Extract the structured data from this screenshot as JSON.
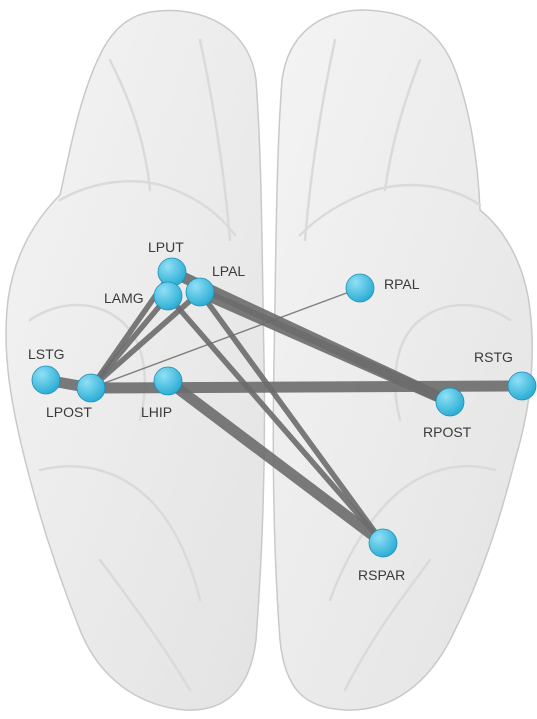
{
  "colors": {
    "background": "#ffffff",
    "brain_fill": "#e9e9e9",
    "brain_stroke": "#c9c9c9",
    "brain_inner_fold": "#dadada",
    "edge": "#6b6b6b",
    "node": "#2eaed6",
    "node_highlight": "#8fe0f5",
    "label": "#3a3a3a"
  },
  "nodes": [
    {
      "id": "LPUT",
      "label": "LPUT"
    },
    {
      "id": "LPAL",
      "label": "LPAL"
    },
    {
      "id": "LAMG",
      "label": "LAMG"
    },
    {
      "id": "RPAL",
      "label": "RPAL"
    },
    {
      "id": "LSTG",
      "label": "LSTG"
    },
    {
      "id": "LPOST",
      "label": "LPOST"
    },
    {
      "id": "LHIP",
      "label": "LHIP"
    },
    {
      "id": "RSTG",
      "label": "RSTG"
    },
    {
      "id": "RPOST",
      "label": "RPOST"
    },
    {
      "id": "RSPAR",
      "label": "RSPAR"
    }
  ],
  "edges": [
    {
      "from": "LPAL",
      "to": "RPOST",
      "strength": "strong"
    },
    {
      "from": "LPUT",
      "to": "RPOST",
      "strength": "strong"
    },
    {
      "from": "LPOST",
      "to": "RSTG",
      "strength": "strong"
    },
    {
      "from": "LHIP",
      "to": "RSPAR",
      "strength": "strong"
    },
    {
      "from": "LSTG",
      "to": "LPOST",
      "strength": "strong"
    },
    {
      "from": "LPUT",
      "to": "LPOST",
      "strength": "medium"
    },
    {
      "from": "LAMG",
      "to": "LPOST",
      "strength": "medium"
    },
    {
      "from": "LPAL",
      "to": "LPOST",
      "strength": "medium"
    },
    {
      "from": "LAMG",
      "to": "RSPAR",
      "strength": "medium"
    },
    {
      "from": "LPAL",
      "to": "RSPAR",
      "strength": "medium"
    },
    {
      "from": "LPOST",
      "to": "RPAL",
      "strength": "weak"
    }
  ]
}
